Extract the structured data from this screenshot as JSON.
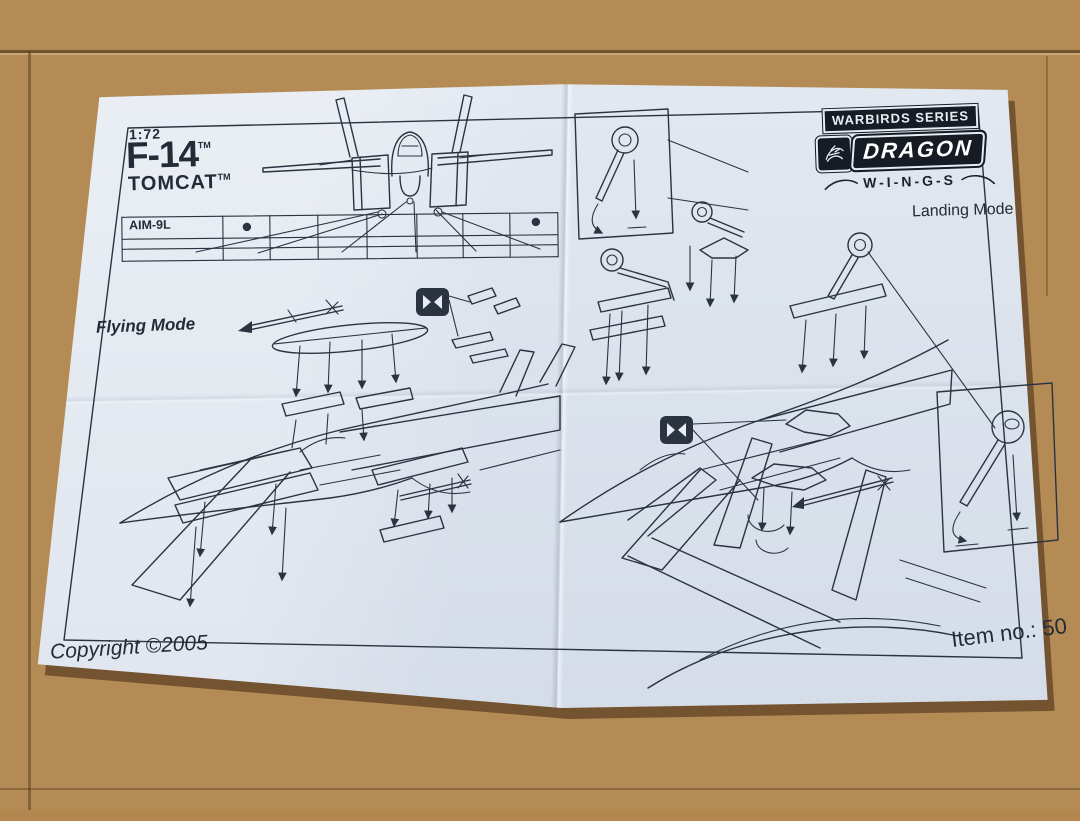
{
  "header": {
    "scale": "1:72",
    "model": "F-14",
    "trademark": "TM",
    "name": "TOMCAT"
  },
  "parts_table": {
    "row_label": "AIM-9L"
  },
  "sections": {
    "flying_label": "Flying Mode",
    "landing_label": "Landing Mode"
  },
  "brand": {
    "series": "WARBIRDS SERIES",
    "name": "DRAGON",
    "wings": "W-I-N-G-S"
  },
  "footer": {
    "copyright": "Copyright ©2005",
    "item_no": "Item no.: 50"
  },
  "colors": {
    "paper": "#dce3ed",
    "ink": "#2b3340",
    "wood": "#b58b55",
    "logo_black": "#161b24"
  },
  "icons": {
    "attach": "two arrows pointing together (press parts together)",
    "assembly_arrow": "solid black arrow"
  }
}
